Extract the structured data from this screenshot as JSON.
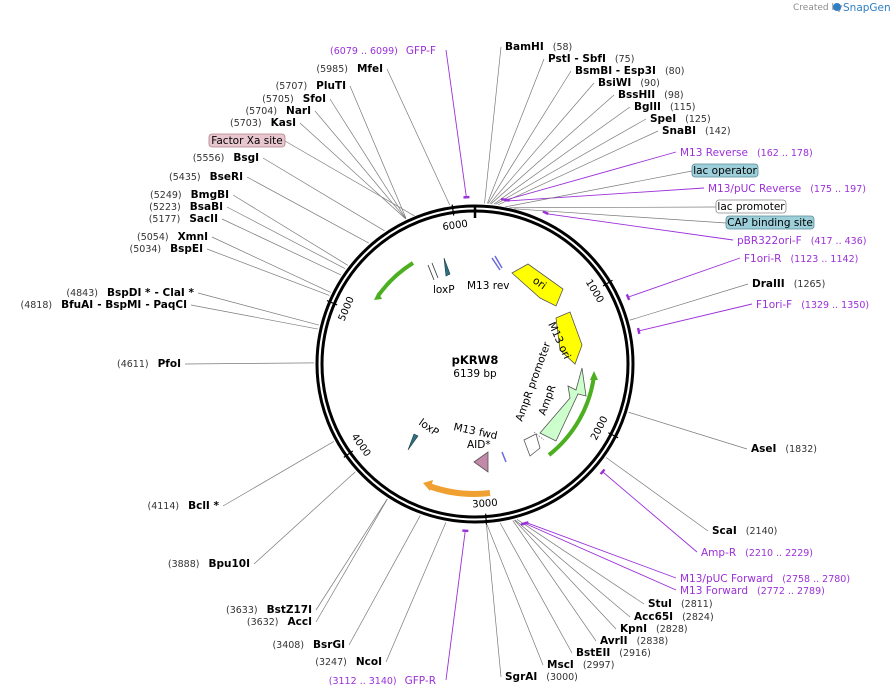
{
  "brand": {
    "created_by": "Created by",
    "name": "SnapGene"
  },
  "plasmid": {
    "name": "pKRW8",
    "length": "6139 bp",
    "total_bp": 6139
  },
  "ruler": [
    {
      "pos": 1000,
      "label": "1000"
    },
    {
      "pos": 2000,
      "label": "2000"
    },
    {
      "pos": 3000,
      "label": "3000"
    },
    {
      "pos": 4000,
      "label": "4000"
    },
    {
      "pos": 5000,
      "label": "5000"
    },
    {
      "pos": 6000,
      "label": "6000"
    }
  ],
  "sites_right": [
    {
      "parts": [
        "BamHI"
      ],
      "pos": "(58)",
      "bp": 58
    },
    {
      "parts": [
        "PstI",
        "- SbfI"
      ],
      "pos": "(75)",
      "bp": 75
    },
    {
      "parts": [
        "BsmBI",
        "- Esp3I"
      ],
      "pos": "(80)",
      "bp": 80
    },
    {
      "parts": [
        "BsiWI"
      ],
      "pos": "(90)",
      "bp": 90
    },
    {
      "parts": [
        "BssHII"
      ],
      "pos": "(98)",
      "bp": 98
    },
    {
      "parts": [
        "BglII"
      ],
      "pos": "(115)",
      "bp": 115
    },
    {
      "parts": [
        "SpeI"
      ],
      "pos": "(125)",
      "bp": 125
    },
    {
      "parts": [
        "SnaBI"
      ],
      "pos": "(142)",
      "bp": 142
    },
    {
      "parts": [
        "DraIII"
      ],
      "pos": "(1265)",
      "bp": 1265
    },
    {
      "parts": [
        "AseI"
      ],
      "pos": "(1832)",
      "bp": 1832
    },
    {
      "parts": [
        "ScaI"
      ],
      "pos": "(2140)",
      "bp": 2140
    },
    {
      "parts": [
        "StuI"
      ],
      "pos": "(2811)",
      "bp": 2811
    },
    {
      "parts": [
        "Acc65I"
      ],
      "pos": "(2824)",
      "bp": 2824
    },
    {
      "parts": [
        "KpnI"
      ],
      "pos": "(2828)",
      "bp": 2828
    },
    {
      "parts": [
        "AvrII"
      ],
      "pos": "(2838)",
      "bp": 2838
    },
    {
      "parts": [
        "BstEII"
      ],
      "pos": "(2916)",
      "bp": 2916
    },
    {
      "parts": [
        "MscI"
      ],
      "pos": "(2997)",
      "bp": 2997
    },
    {
      "parts": [
        "SgrAI"
      ],
      "pos": "(3000)",
      "bp": 3000
    }
  ],
  "sites_left": [
    {
      "parts": [
        "MfeI"
      ],
      "pos": "(5985)",
      "bp": 5985
    },
    {
      "parts": [
        "PluTI"
      ],
      "pos": "(5707)",
      "bp": 5707
    },
    {
      "parts": [
        "SfoI"
      ],
      "pos": "(5705)",
      "bp": 5705
    },
    {
      "parts": [
        "NarI"
      ],
      "pos": "(5704)",
      "bp": 5704
    },
    {
      "parts": [
        "KasI"
      ],
      "pos": "(5703)",
      "bp": 5703
    },
    {
      "parts": [
        "BsgI"
      ],
      "pos": "(5556)",
      "bp": 5556
    },
    {
      "parts": [
        "BseRI"
      ],
      "pos": "(5435)",
      "bp": 5435
    },
    {
      "parts": [
        "BmgBI"
      ],
      "pos": "(5249)",
      "bp": 5249
    },
    {
      "parts": [
        "BsaBI"
      ],
      "pos": "(5223)",
      "bp": 5223
    },
    {
      "parts": [
        "SacII"
      ],
      "pos": "(5177)",
      "bp": 5177
    },
    {
      "parts": [
        "XmnI"
      ],
      "pos": "(5054)",
      "bp": 5054
    },
    {
      "parts": [
        "BspEI"
      ],
      "pos": "(5034)",
      "bp": 5034
    },
    {
      "parts": [
        "BspDI *",
        "- ClaI *"
      ],
      "pos": "(4843)",
      "bp": 4843
    },
    {
      "parts": [
        "BfuAI",
        "- BspMI",
        "- PaqCI"
      ],
      "pos": "(4818)",
      "bp": 4818
    },
    {
      "parts": [
        "PfoI"
      ],
      "pos": "(4611)",
      "bp": 4611
    },
    {
      "parts": [
        "BclI *"
      ],
      "pos": "(4114)",
      "bp": 4114
    },
    {
      "parts": [
        "Bpu10I"
      ],
      "pos": "(3888)",
      "bp": 3888
    },
    {
      "parts": [
        "BstZ17I"
      ],
      "pos": "(3633)",
      "bp": 3633
    },
    {
      "parts": [
        "AccI"
      ],
      "pos": "(3632)",
      "bp": 3632
    },
    {
      "parts": [
        "BsrGI"
      ],
      "pos": "(3408)",
      "bp": 3408
    },
    {
      "parts": [
        "NcoI"
      ],
      "pos": "(3247)",
      "bp": 3247
    }
  ],
  "primers": [
    {
      "name": "GFP-F",
      "range": "(6079 .. 6099)",
      "bp": 6089
    },
    {
      "name": "M13 Reverse",
      "range": "(162 .. 178)",
      "bp": 170
    },
    {
      "name": "M13/pUC Reverse",
      "range": "(175 .. 197)",
      "bp": 186
    },
    {
      "name": "pBR322ori-F",
      "range": "(417 .. 436)",
      "bp": 426
    },
    {
      "name": "F1ori-R",
      "range": "(1123 .. 1142)",
      "bp": 1132
    },
    {
      "name": "F1ori-F",
      "range": "(1329 .. 1350)",
      "bp": 1340
    },
    {
      "name": "Amp-R",
      "range": "(2210 .. 2229)",
      "bp": 2220
    },
    {
      "name": "M13/pUC Forward",
      "range": "(2758 .. 2780)",
      "bp": 2769
    },
    {
      "name": "M13 Forward",
      "range": "(2772 .. 2789)",
      "bp": 2780
    },
    {
      "name": "GFP-R",
      "range": "(3112 .. 3140)",
      "bp": 3126
    }
  ],
  "boxed_features": [
    {
      "name": "Factor Xa site",
      "bp": 5760,
      "fill": "#e8c6cf",
      "stroke": "#b0808c"
    },
    {
      "name": "lac operator",
      "bp": 186,
      "fill": "#9dcfda",
      "stroke": "#5a8c98"
    },
    {
      "name": "lac promoter",
      "bp": 212,
      "fill": "#ffffff",
      "stroke": "#888888"
    },
    {
      "name": "CAP binding site",
      "bp": 240,
      "fill": "#9dcfda",
      "stroke": "#5a8c98"
    }
  ],
  "inner_labels": {
    "loxp_top": "loxP",
    "m13_rev": "M13 rev",
    "ori": "ori",
    "m13_ori": "M13 ori",
    "ampr_promoter": "AmpR promoter",
    "ampr": "AmpR",
    "loxp_bottom": "loxP",
    "m13_fwd": "M13 fwd",
    "aid": "AID*"
  },
  "colors": {
    "backbone": "#000000",
    "ori": "#ffff00",
    "ampr": "#ccffcc",
    "promoter_arrow": "#ffffff",
    "green_arrow": "#4caf20",
    "orange_arrow": "#f0a030",
    "aid": "#c28aa8",
    "loxp": "#2f6f80",
    "primer": "#9b30d9"
  }
}
